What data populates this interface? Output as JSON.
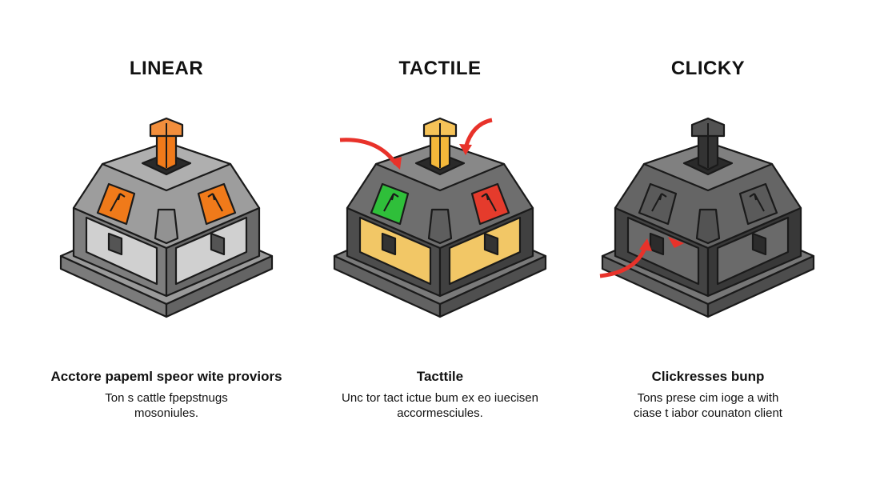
{
  "columns": [
    {
      "title": "LINEAR",
      "heading": "Acctore papeml speor wite proviors",
      "desc_lines": [
        "Ton s cattle fpepstnugs",
        "mosoniules."
      ],
      "colors": {
        "body": "#8c8c8c",
        "stem": "#f07a1a",
        "accent_left": "#f07a1a",
        "accent_right": "#f07a1a",
        "window": "#d0d0d0",
        "base": "#9a9a9a"
      },
      "arrows": "none"
    },
    {
      "title": "TACTILE",
      "heading": "Tacttile",
      "desc_lines": [
        "Unc tor tact ictue bum ex eo iuecisen",
        "accormesciules."
      ],
      "colors": {
        "body": "#555555",
        "stem": "#f4b83a",
        "accent_left": "#2fbf3a",
        "accent_right": "#e53b2c",
        "window": "#f2c766",
        "base": "#7a7a7a"
      },
      "arrows": "top"
    },
    {
      "title": "CLICKY",
      "heading": "Clickresses bunp",
      "desc_lines": [
        "Tons prese cim ioge a with",
        "ciase t iabor counaton client"
      ],
      "colors": {
        "body": "#4a4a4a",
        "stem": "#333333",
        "accent_left": "#5a5a5a",
        "accent_right": "#5a5a5a",
        "window": "#6a6a6a",
        "base": "#777777"
      },
      "arrows": "side"
    }
  ],
  "arrow_color": "#e8322a"
}
